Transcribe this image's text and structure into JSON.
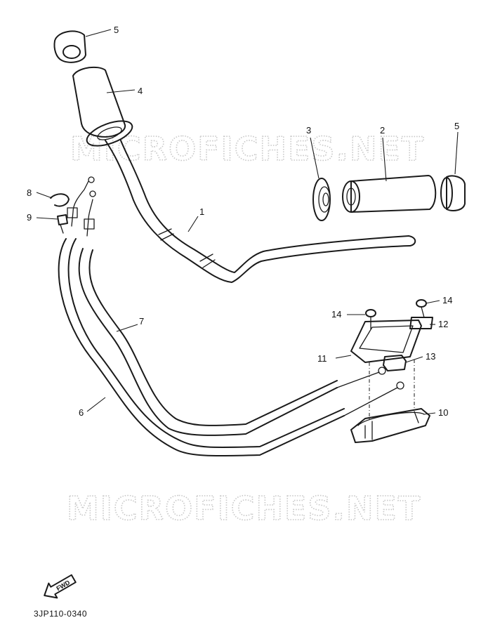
{
  "watermark": "MICROFICHES.NET",
  "diagram_code": "3JP110-0340",
  "fwd_label": "FWD",
  "callouts": [
    "1",
    "2",
    "3",
    "4",
    "5",
    "5",
    "6",
    "7",
    "8",
    "9",
    "10",
    "11",
    "12",
    "13",
    "14",
    "14"
  ]
}
